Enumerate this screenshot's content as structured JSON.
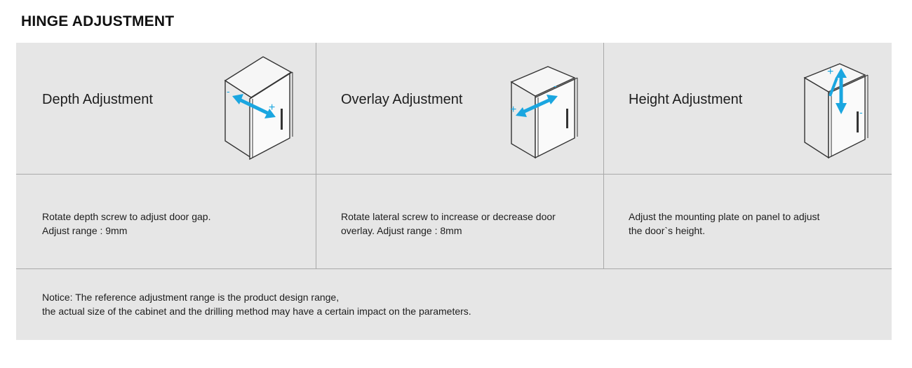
{
  "page_title": "HINGE ADJUSTMENT",
  "colors": {
    "panel_background": "#e6e6e6",
    "divider": "#a9a9a9",
    "arrow_accent": "#1aa6e0"
  },
  "adjustments": [
    {
      "title": "Depth Adjustment",
      "description_lines": [
        "Rotate depth screw to adjust door gap.",
        "Adjust range : 9mm"
      ],
      "icon": "cabinet-depth-arrow-icon",
      "minus_label": "-",
      "plus_label": "+"
    },
    {
      "title": "Overlay Adjustment",
      "description_lines": [
        "Rotate lateral screw to increase or decrease door",
        "overlay. Adjust range : 8mm"
      ],
      "icon": "cabinet-overlay-arrow-icon",
      "minus_label": "-",
      "plus_label": "+"
    },
    {
      "title": "Height Adjustment",
      "description_lines": [
        "Adjust the mounting plate on panel to adjust",
        "the door`s height."
      ],
      "icon": "cabinet-height-arrow-icon",
      "minus_label": "-",
      "plus_label": "+"
    }
  ],
  "notice_lines": [
    "Notice: The reference adjustment range is the product design range,",
    "the actual size of the cabinet and the drilling method may have a certain impact on the parameters."
  ]
}
